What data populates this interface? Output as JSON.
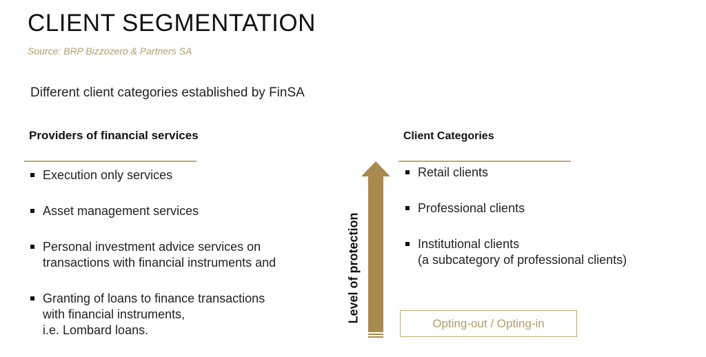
{
  "title": "CLIENT SEGMENTATION",
  "source": "Source: BRP Bizzozero & Partners SA",
  "subtitle": "Different client categories established by FinSA",
  "left": {
    "heading": "Providers of financial services",
    "items": [
      {
        "lines": [
          "Execution only services"
        ]
      },
      {
        "lines": [
          "Asset management services"
        ]
      },
      {
        "lines": [
          "Personal investment advice services on",
          "transactions with financial instruments and"
        ]
      },
      {
        "lines": [
          "Granting of loans to finance transactions",
          "with financial instruments,",
          "i.e. Lombard loans."
        ]
      }
    ]
  },
  "arrow": {
    "label": "Level of  protection",
    "color": "#a8894e"
  },
  "right": {
    "heading": "Client Categories",
    "items": [
      {
        "lines": [
          "Retail clients"
        ]
      },
      {
        "lines": [
          "Professional clients"
        ]
      },
      {
        "lines": [
          "Institutional clients",
          "(a subcategory of professional clients)"
        ]
      }
    ],
    "box_label": "Opting-out / Opting-in"
  }
}
